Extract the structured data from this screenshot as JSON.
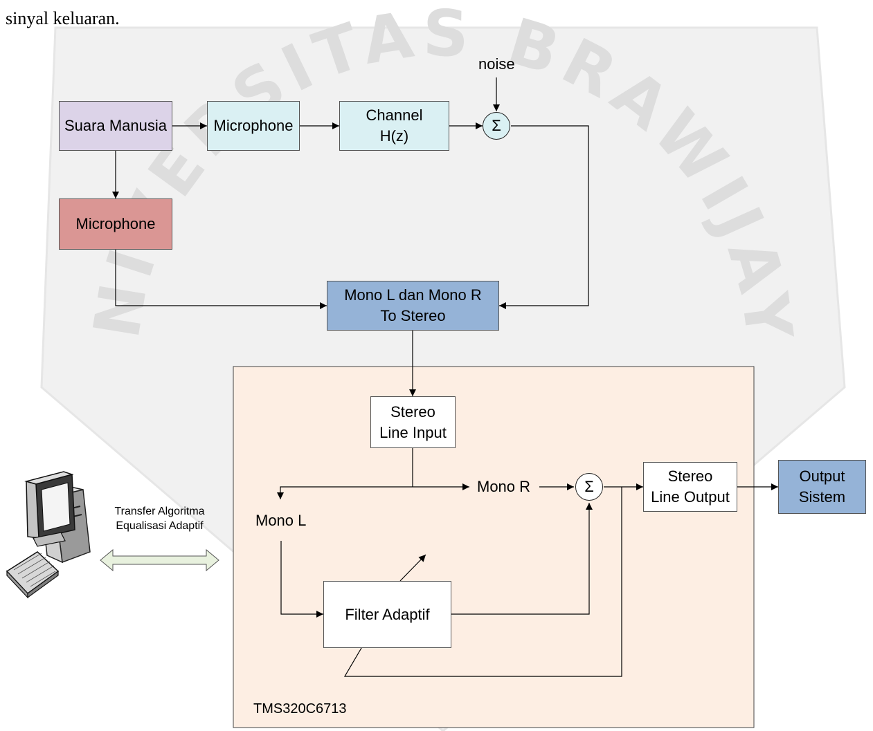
{
  "intro_text": "sinyal keluaran.",
  "watermark": {
    "text": "UNIVERSITAS BRAWIJAYA"
  },
  "blocks": {
    "suara_manusia": "Suara Manusia",
    "microphone_top": "Microphone",
    "channel": "Channel\nH(z)",
    "microphone_bottom": "Microphone",
    "mono_to_stereo": "Mono L dan Mono R\nTo Stereo",
    "stereo_line_input": "Stereo\nLine Input",
    "stereo_line_output": "Stereo\nLine Output",
    "filter_adaptif": "Filter Adaptif",
    "output_sistem": "Output\nSistem"
  },
  "labels": {
    "noise": "noise",
    "mono_r": "Mono R",
    "mono_l": "Mono L",
    "tms": "TMS320C6713",
    "transfer": "Transfer Algoritma\nEqualisasi Adaptif",
    "sum_symbol": "Σ"
  },
  "colors": {
    "suara_manusia": "#dcd3e8",
    "microphone_top": "#daf0f3",
    "channel": "#daf0f3",
    "microphone_bottom": "#da9694",
    "mono_to_stereo": "#95b3d7",
    "output_sistem": "#95b3d7",
    "dsp_board": "#fdeee3",
    "arrow_double": "#e8f1de"
  },
  "icons": [
    "computer-icon",
    "double-arrow-icon"
  ]
}
